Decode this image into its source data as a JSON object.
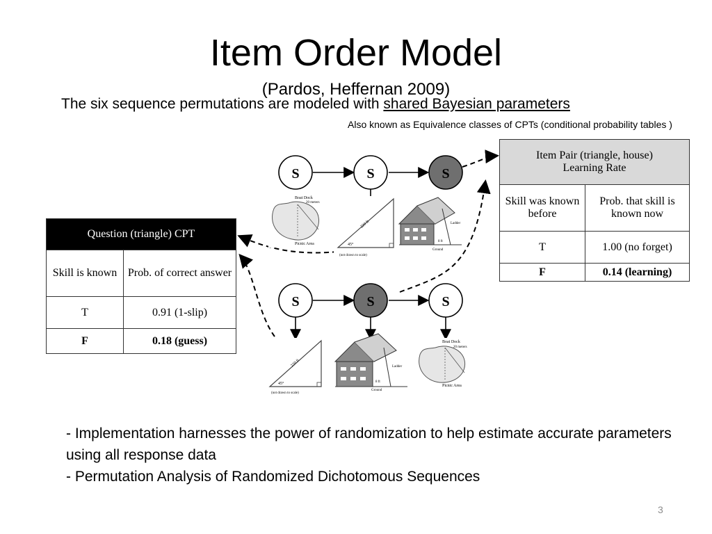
{
  "slide": {
    "title": "Item Order Model",
    "subtitle": "(Pardos, Heffernan 2009)",
    "line1_prefix": "The six sequence permutations are modeled with ",
    "line1_link": "shared Bayesian parameters",
    "line2": "Also known as Equivalence classes of CPTs (conditional probability tables )",
    "bullet1": "- Implementation harnesses the power of randomization to help estimate accurate parameters using all response data",
    "bullet2": "- Permutation Analysis of Randomized Dichotomous Sequences",
    "page_number": "3"
  },
  "question_cpt": {
    "header": "Question (triangle) CPT",
    "col1": "Skill is known",
    "col2": "Prob. of correct answer",
    "rows": [
      {
        "state": "T",
        "value": "0.91 (1-slip)"
      },
      {
        "state": "F",
        "value": "0.18 (guess)"
      }
    ]
  },
  "item_pair_cpt": {
    "header_line1": "Item Pair (triangle, house)",
    "header_line2": "Learning Rate",
    "col1": "Skill was known before",
    "col2": "Prob. that skill is known now",
    "rows": [
      {
        "state": "T",
        "value": "1.00 (no forget)"
      },
      {
        "state": "F",
        "value": "0.14 (learning)"
      }
    ]
  },
  "diagram": {
    "node_label": "S",
    "colors": {
      "node_shaded": "#6f6f6f",
      "node_plain": "#ffffff",
      "house_fill": "#8a8a8a"
    },
    "lake_labels": {
      "dock": "Boat Dock",
      "picnic": "Picnic Area",
      "dist": "20 meters"
    },
    "triangle_labels": {
      "hyp": "220 ft",
      "angle": "45°",
      "note": "(not drawn to scale)"
    },
    "house_labels": {
      "ladder": "Ladder",
      "ground": "Ground",
      "dist": "8 ft"
    }
  }
}
